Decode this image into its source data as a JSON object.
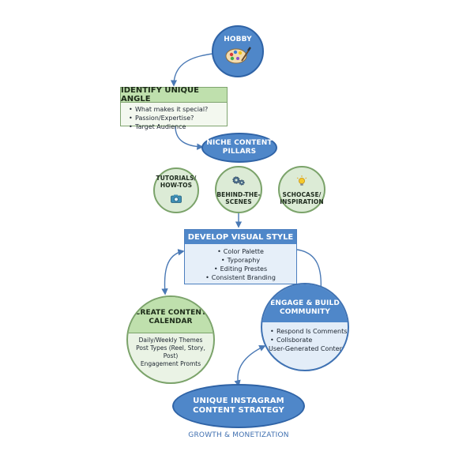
{
  "hobby": {
    "label": "HOBBY",
    "icon": "palette-icon"
  },
  "identify": {
    "title": "IDENTIFY UNIQUE ANGLE",
    "items": [
      "What makes it special?",
      "Passion/Expertise?",
      "Target Audience"
    ]
  },
  "niche": {
    "line1": "NICHE CONTENT",
    "line2": "PILLARS"
  },
  "pillars": [
    {
      "line1": "TUTORIALS/",
      "line2": "HOW-TOS",
      "icon": "camera-icon"
    },
    {
      "line1": "BEHIND-THE-",
      "line2": "SCENES",
      "icon": "gears-icon"
    },
    {
      "line1": "SCHOCASE/",
      "line2": "INSPIRATION",
      "icon": "lightbulb-icon"
    }
  ],
  "visual": {
    "title": "DEVELOP VISUAL STYLE",
    "items": [
      "Color Palette",
      "Typoraphy",
      "Editing Prestes",
      "Consistent Branding"
    ]
  },
  "calendar": {
    "line1": "CREATE CONTENT",
    "line2": "CALENDAR",
    "items": [
      "Daily/Weekly Themes",
      "Post Types (Reel, Story, Post)",
      "Engagement Promts"
    ]
  },
  "engage": {
    "line1": "ENGAGE & BUILD",
    "line2": "COMMUNITY",
    "items": [
      "Respond Is Comments",
      "Collsborate",
      "User-Generated Content"
    ]
  },
  "strategy": {
    "line1": "UNIQUE INSTAGRAM",
    "line2": "CONTENT STRATEGY"
  },
  "footer": "GROWTH & MONETIZATION",
  "colors": {
    "blue": "#4f87c9",
    "green": "#bfe0ad",
    "arrow": "#4a79b5"
  }
}
